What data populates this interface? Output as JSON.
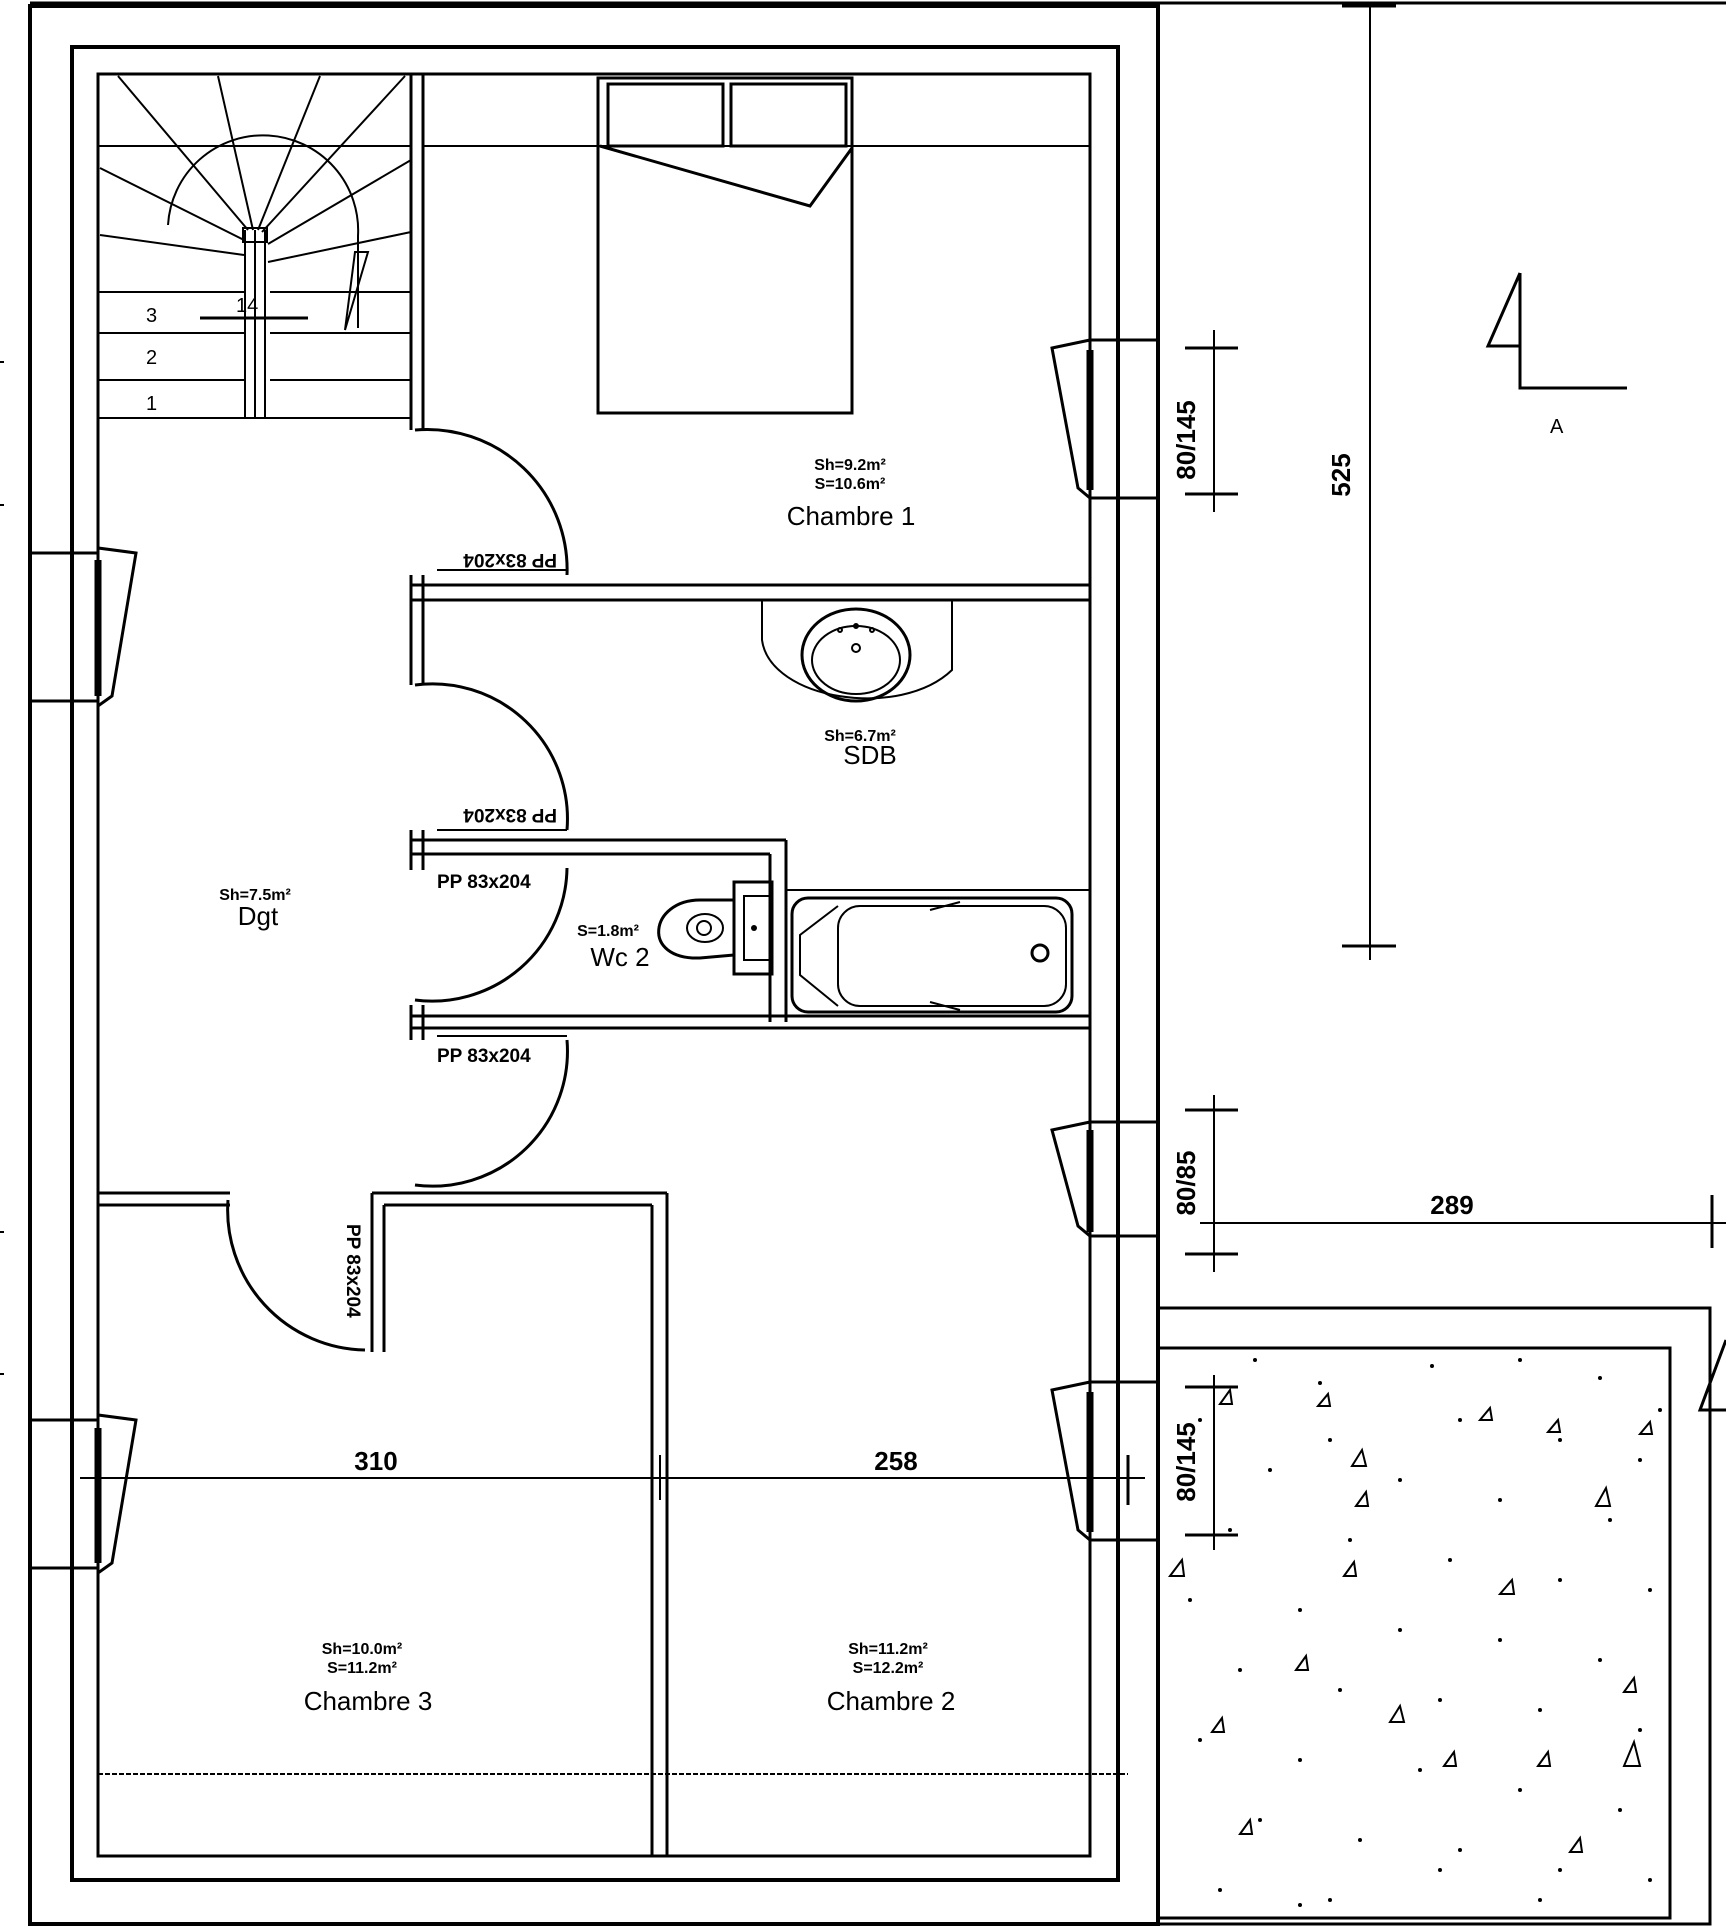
{
  "rooms": {
    "chambre1": {
      "name": "Chambre 1",
      "sh": "Sh=9.2m²",
      "s": "S=10.6m²"
    },
    "sdb": {
      "name": "SDB",
      "sh": "Sh=6.7m²"
    },
    "dgt": {
      "name": "Dgt",
      "sh": "Sh=7.5m²"
    },
    "wc2": {
      "name": "Wc 2",
      "s": "S=1.8m²"
    },
    "chambre3": {
      "name": "Chambre 3",
      "sh": "Sh=10.0m²",
      "s": "S=11.2m²"
    },
    "chambre2": {
      "name": "Chambre 2",
      "sh": "Sh=11.2m²",
      "s": "S=12.2m²"
    }
  },
  "doors": {
    "chambre1": "PP 83x204",
    "sdb": "PP 83x204",
    "wc2_top": "PP 83x204",
    "wc2_bottom": "PP 83x204",
    "chambre3": "PP 83x204"
  },
  "windows": {
    "chambre1": "80/145",
    "chambre2_upper": "80/85",
    "chambre2_lower": "80/145"
  },
  "dimensions": {
    "height_right": "525",
    "width_terrace": "289",
    "chambre3_width": "310",
    "chambre2_width": "258"
  },
  "stairs": {
    "steps": [
      "1",
      "2",
      "3",
      "14"
    ]
  },
  "section_marker": "A"
}
